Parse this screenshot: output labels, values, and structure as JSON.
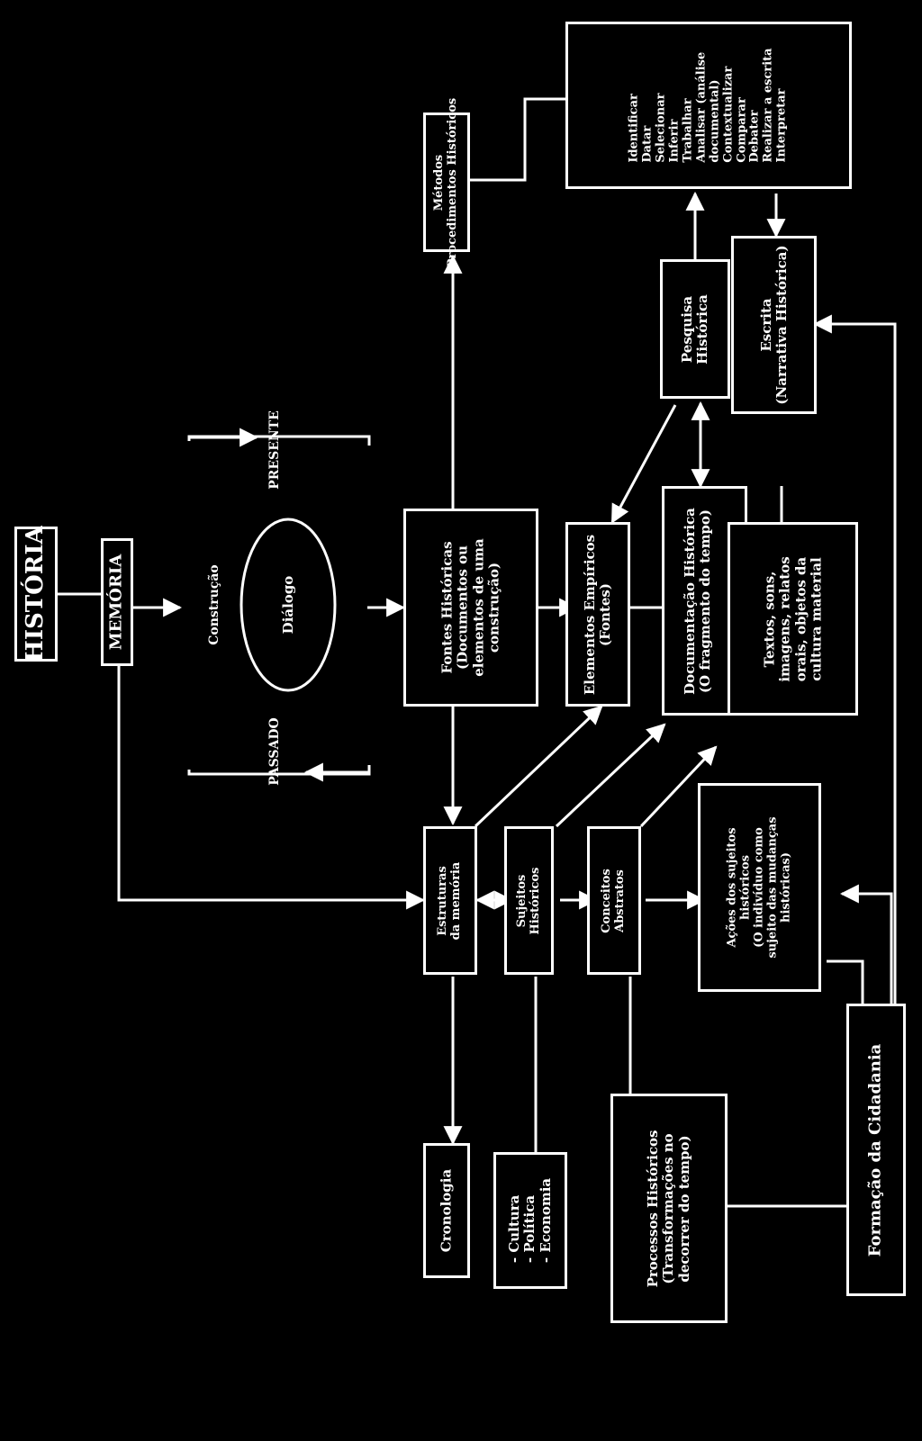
{
  "boxes": {
    "historia": {
      "lines": [
        "HISTÓRIA"
      ]
    },
    "memoria": {
      "lines": [
        "MEMÓRIA"
      ]
    },
    "tempo": {
      "lines": [
        "Construção"
      ],
      "center": "Diálogo"
    },
    "fontes": {
      "lines": [
        "Fontes Históricas",
        "(Documentos ou",
        "elementos de uma",
        "construção)"
      ]
    },
    "metodos": {
      "lines": [
        "Métodos",
        "Procedimentos Históricos"
      ]
    },
    "procedimentos": {
      "lines": [
        "Identificar",
        "Datar",
        "Selecionar",
        "Inferir",
        "Trabalhar",
        "Analisar (análise",
        "documental)",
        "Contextualizar",
        "Comparar",
        "Debater",
        "Realizar a escrita",
        "Interpretar"
      ]
    },
    "pesquisa": {
      "lines": [
        "Pesquisa",
        "Histórica"
      ]
    },
    "escrita": {
      "lines": [
        "Escrita",
        "(Narrativa Histórica)"
      ]
    },
    "elementos": {
      "lines": [
        "Elementos Empíricos",
        "(Fontes)"
      ]
    },
    "documentacao": {
      "lines": [
        "Documentação Histórica",
        "(O fragmento do tempo)"
      ]
    },
    "tipos": {
      "lines": [
        "Textos, sons,",
        "imagens, relatos",
        "orais, objetos da",
        "cultura material"
      ]
    },
    "estruturas": {
      "lines": [
        "Estruturas",
        "da memória"
      ]
    },
    "sujeitos": {
      "lines": [
        "Sujeitos",
        "Históricos"
      ]
    },
    "conceitos": {
      "lines": [
        "Conceitos",
        "Abstratos"
      ]
    },
    "acoes": {
      "lines": [
        "Ações dos sujeitos",
        "históricos",
        "(O indivíduo como",
        "sujeito das mudanças",
        "históricas)"
      ]
    },
    "cronologia": {
      "lines": [
        "Cronologia"
      ]
    },
    "dimensoes": {
      "lines": [
        "- Cultura",
        "- Política",
        "- Economia"
      ]
    },
    "processos": {
      "lines": [
        "Processos Históricos",
        "(Transformações no",
        "decorrer do tempo)"
      ]
    },
    "formacao": {
      "lines": [
        "Formação da Cidadania"
      ]
    }
  },
  "labels": {
    "passado": "PASSADO",
    "presente": "PRESENTE"
  }
}
